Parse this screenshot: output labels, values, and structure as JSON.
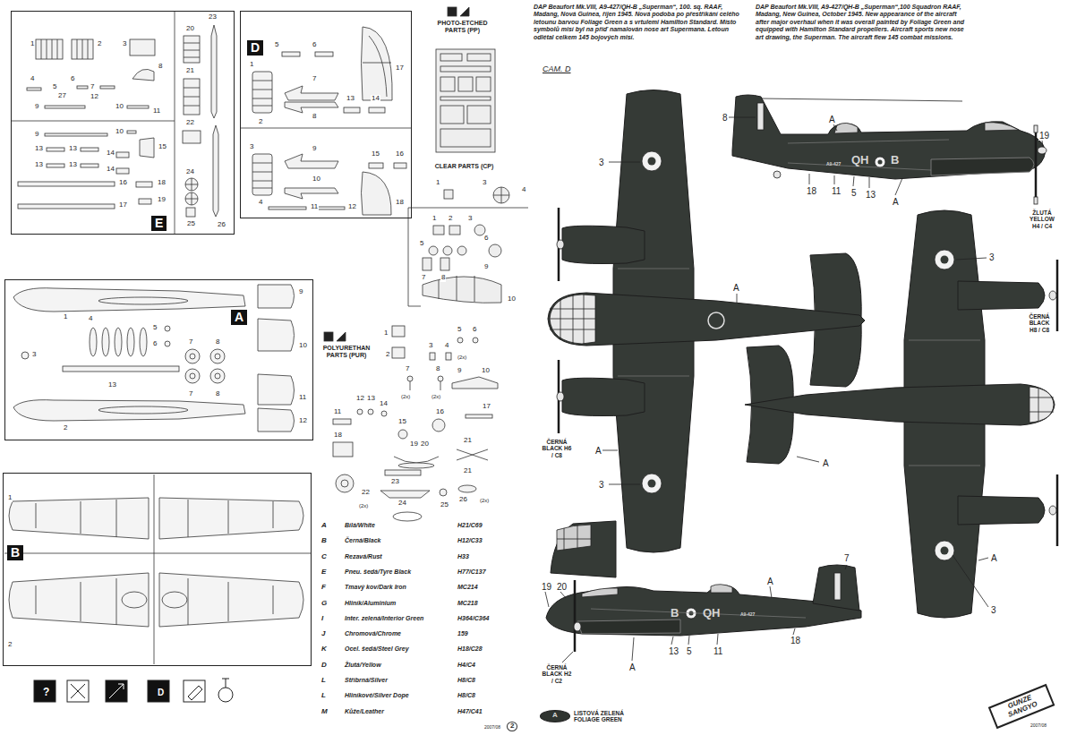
{
  "diagram": {
    "nodes": [
      {
        "text": [
          "E"
        ]
      },
      {
        "text": [
          "D"
        ]
      },
      {
        "text": [
          "A"
        ]
      },
      {
        "text": [
          "B"
        ]
      }
    ],
    "labels": [
      "1",
      "2",
      "3",
      "4",
      "5",
      "6",
      "27",
      "7",
      "8",
      "12",
      "9",
      "10",
      "11",
      "9",
      "10",
      "15",
      "13",
      "13",
      "14",
      "13",
      "13",
      "14",
      "16",
      "17",
      "18",
      "19",
      "20",
      "21",
      "22",
      "23",
      "24",
      "25",
      "26",
      "5",
      "6",
      "1",
      "7",
      "2",
      "8",
      "17",
      "13",
      "14",
      "3",
      "9",
      "15",
      "16",
      "4",
      "10",
      "11",
      "12",
      "18",
      "PHOTO-ETCHED PARTS (PP)",
      "CLEAR PARTS (CP)",
      "1",
      "3",
      "4",
      "1",
      "2",
      "3",
      "5",
      "6",
      "7",
      "8",
      "9",
      "10",
      "1",
      "2",
      "3",
      "4",
      "5",
      "6",
      "7",
      "8",
      "13",
      "7",
      "8",
      "9",
      "10",
      "11",
      "12",
      "1",
      "2",
      "POLYURETHAN PARTS (PUR)",
      "1",
      "2",
      "3",
      "4",
      "5",
      "6",
      "(2x)",
      "7",
      "8",
      "9",
      "10",
      "(2x)",
      "(2x)",
      "11",
      "12",
      "13",
      "14",
      "15",
      "16",
      "17",
      "18",
      "19",
      "20",
      "21",
      "21",
      "22",
      "(2x)",
      "23",
      "24",
      "25",
      "26",
      "(2x)",
      "A",
      "Bílá/White",
      "H21/C69",
      "B",
      "Černá/Black",
      "H12/C33",
      "C",
      "Rezavá/Rust",
      "H33",
      "E",
      "Pneu. šedá/Tyre Black",
      "H77/C137",
      "F",
      "Tmavý kov/Dark Iron",
      "MC214",
      "G",
      "Hliník/Aluminium",
      "MC218",
      "I",
      "Inter. zelená/Interior Green",
      "H364/C364",
      "J",
      "Chromová/Chrome",
      "159",
      "K",
      "Ocel. šedá/Steel Grey",
      "H18/C28",
      "D",
      "Žlutá/Yellow",
      "H4/C4",
      "L",
      "Stříbrná/Silver",
      "H8/C8",
      "L",
      "Hliníkové/Silver Dope",
      "H8/C8",
      "M",
      "Kůže/Leather",
      "H47/C41",
      "?",
      "D",
      "2007/08",
      "2",
      "DAP Beaufort Mk.VIII, A9-427/QH-B „Superman“, 100. sq. RAAF, Madang, Nová Guinea, říjen 1945. Nová podoba po přestříkání celého letounu barvou Foliage Green a s vrtulemi Hamilton Standard. Místo symbolů misí byl na příď namalován nose art Supermana. Letoun odlétal celkem 145 bojových misí.",
      "DAP Beaufort Mk.VIII, A9-427/QH-B „Superman“,100 Squadron RAAF, Madang, New Guinea, October 1945. New appearance of the aircraft after major overhaul when it was overall painted by Foliage Green and equipped with Hamilton Standard propellers. Aircraft sports new nose art drawing, the Superman. The aircraft flew 145 combat missions.",
      "CAM. D",
      "3",
      "3",
      "A",
      "A",
      "8",
      "A",
      "19",
      "18",
      "11",
      "5",
      "13",
      "A",
      "ŽLUTÁ YELLOW H4 / C4",
      "A9-427",
      "QH",
      "B",
      "3",
      "A",
      "ČERNÁ BLACK H8 / C8",
      "ČERNÁ BLACK H6 / C8",
      "7",
      "A",
      "A",
      "3",
      "19",
      "20",
      "13",
      "5",
      "11",
      "18",
      "A",
      "ČERNÁ BLACK H2 / C2",
      "B",
      "QH",
      "A9-427",
      "A",
      "GUNZE SANGYO",
      "2007/08"
    ],
    "legend": [
      {
        "text": "LISTOVÁ ZELENÁ FOLIAGE GREEN",
        "color": "#2f3430"
      }
    ]
  }
}
